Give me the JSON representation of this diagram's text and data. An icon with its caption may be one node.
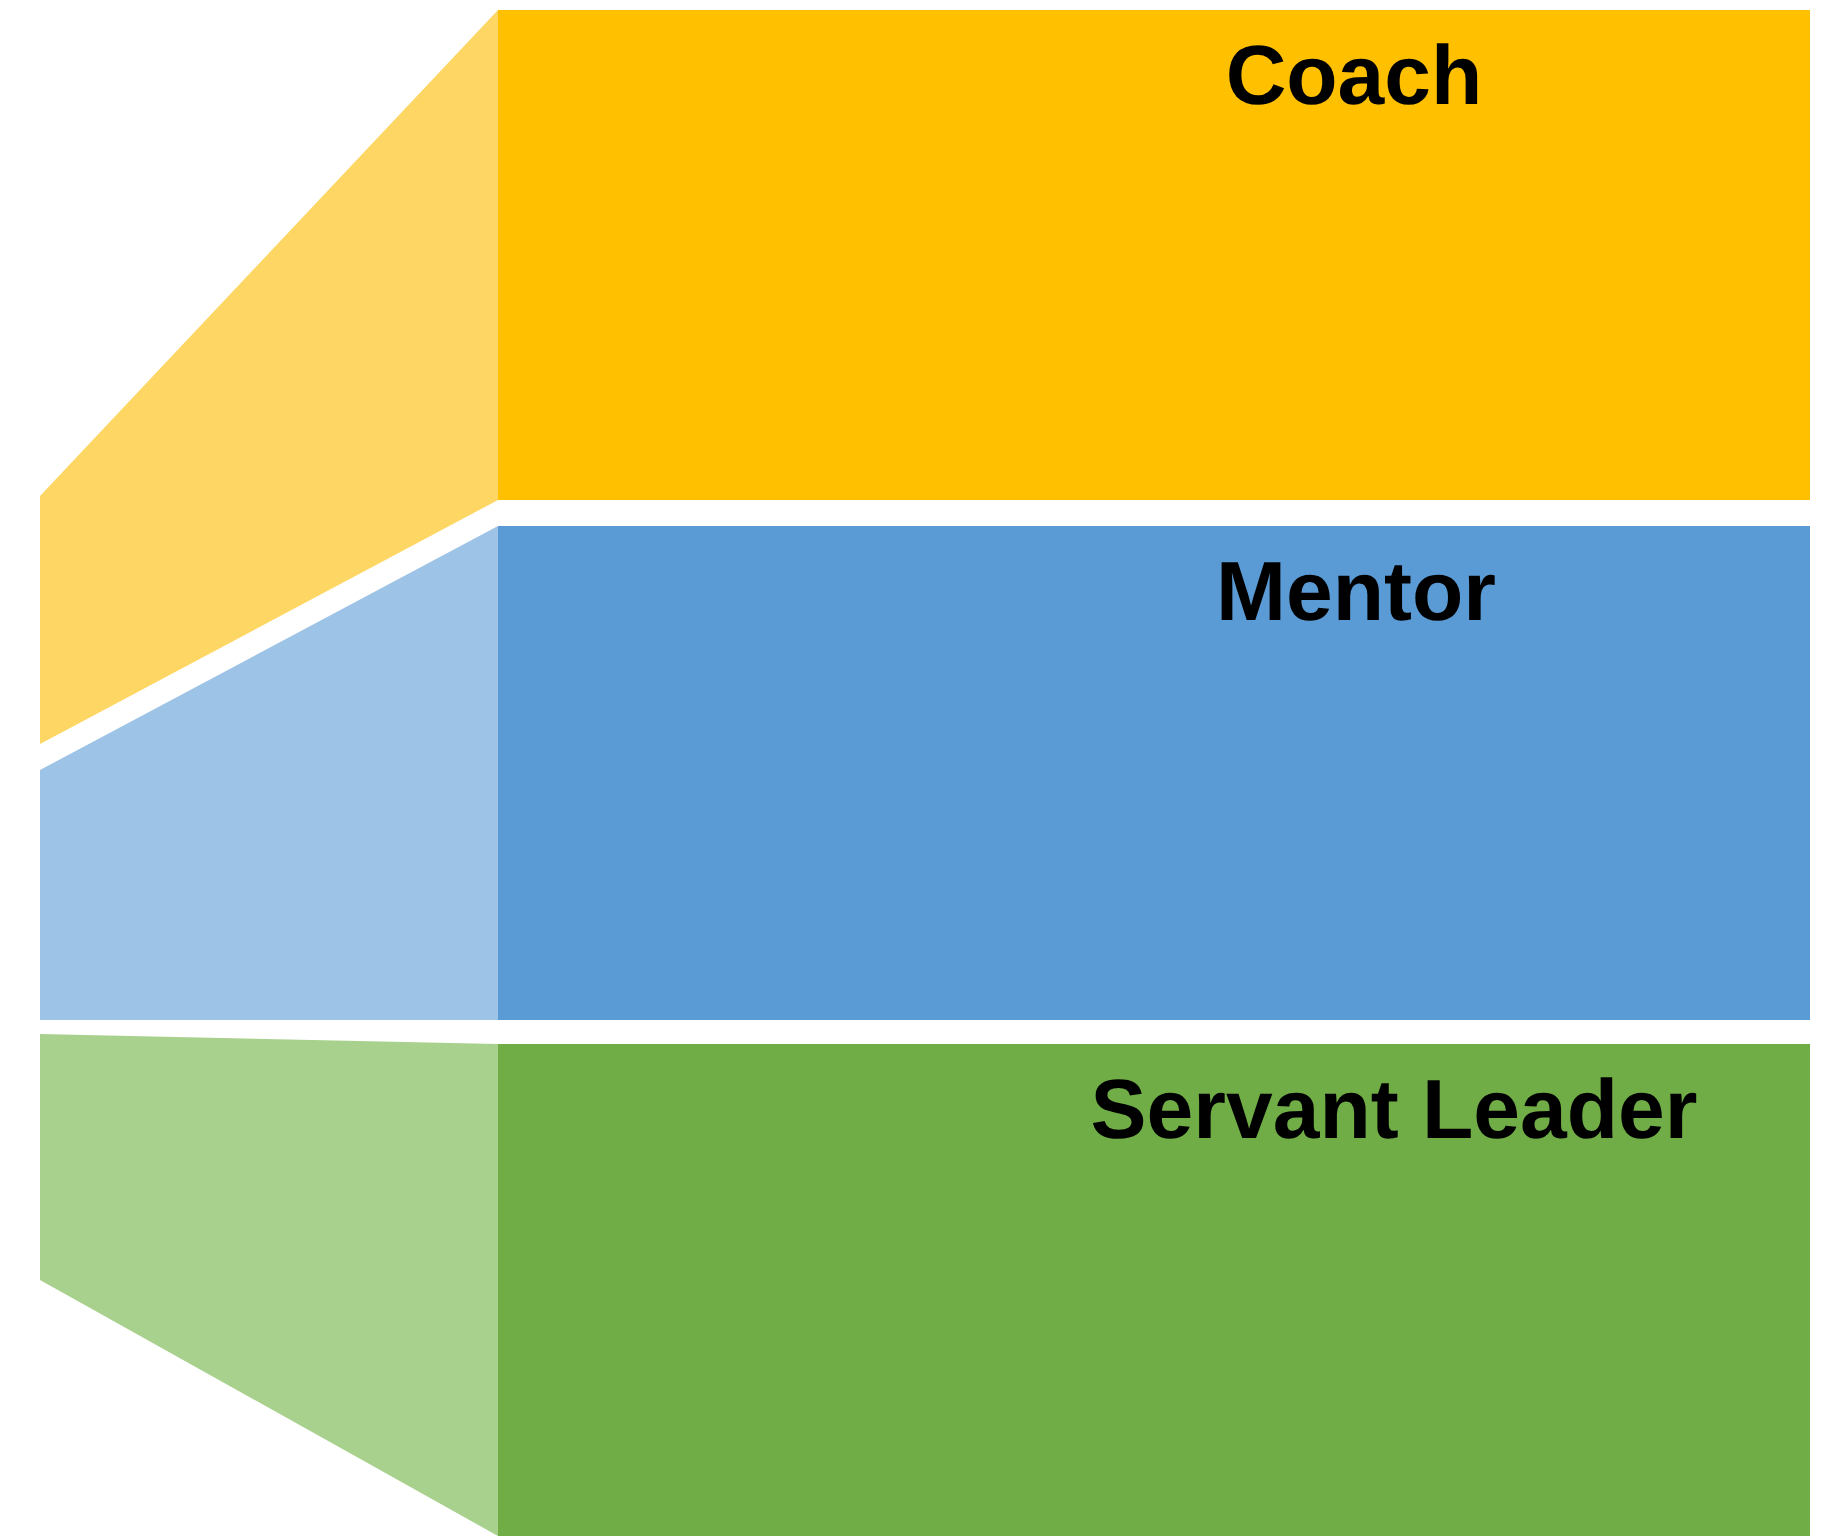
{
  "diagram": {
    "nodes": [
      {
        "text": [
          "Coach"
        ]
      },
      {
        "text": [
          "Mentor"
        ]
      },
      {
        "text": [
          "Servant Leader"
        ]
      }
    ]
  }
}
